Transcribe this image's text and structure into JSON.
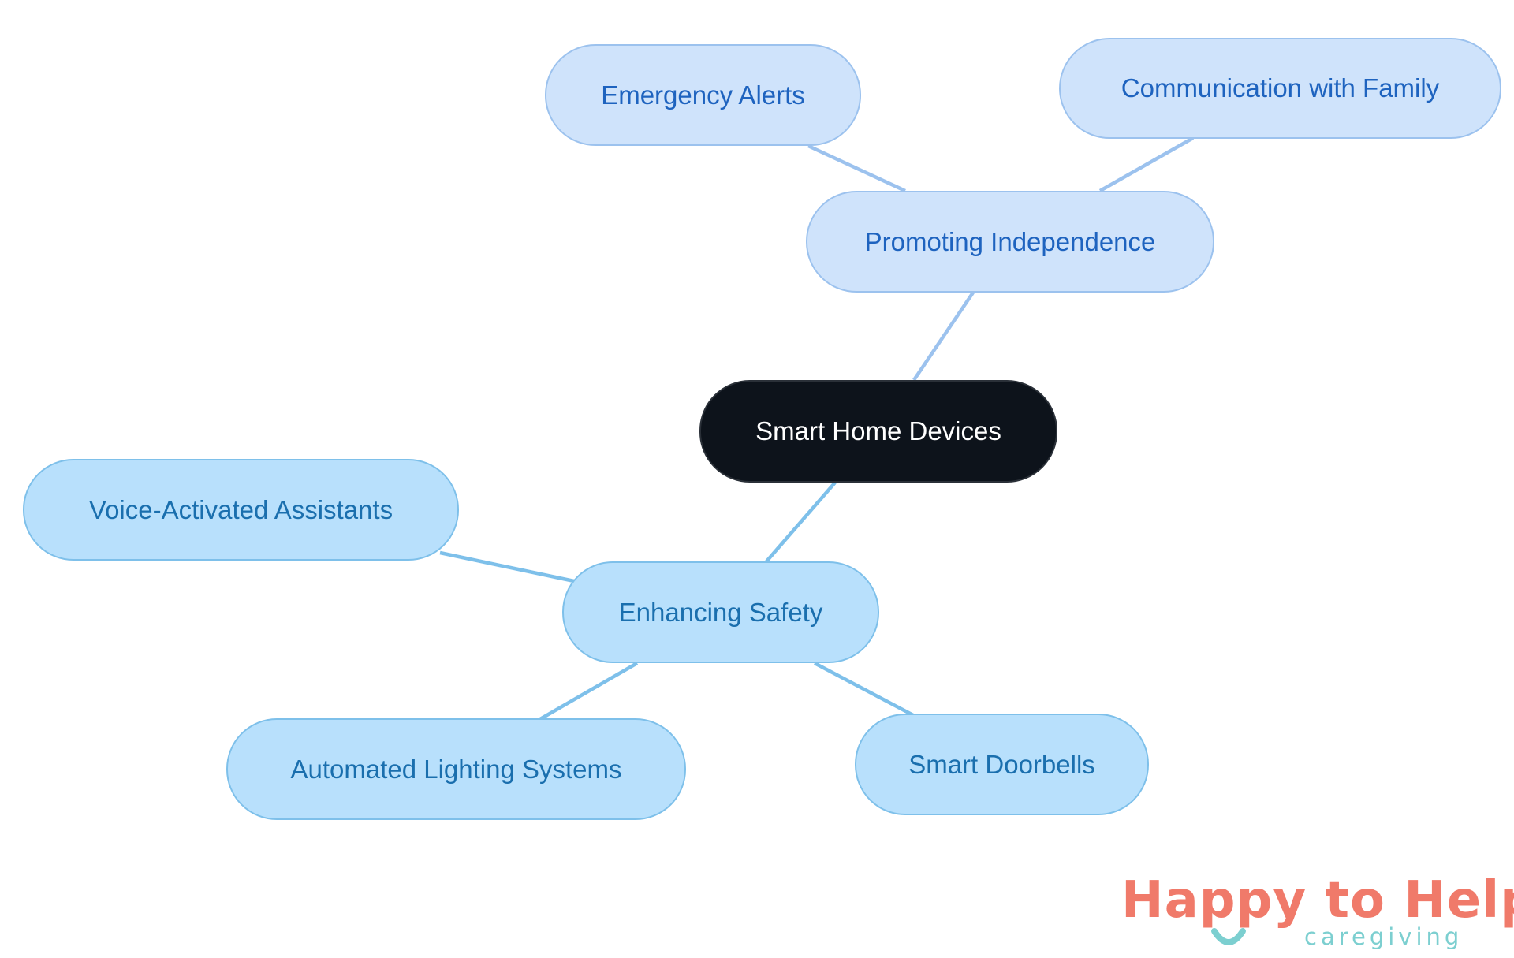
{
  "diagram": {
    "nodes": {
      "center": "Smart Home Devices",
      "promoting_independence": "Promoting Independence",
      "emergency_alerts": "Emergency Alerts",
      "communication_family": "Communication with Family",
      "enhancing_safety": "Enhancing Safety",
      "voice_assistants": "Voice-Activated Assistants",
      "lighting_systems": "Automated Lighting Systems",
      "smart_doorbells": "Smart Doorbells"
    },
    "colors": {
      "center_fill": "#0d131b",
      "safety_fill": "#b8e0fc",
      "safety_text": "#1a6fae",
      "independence_fill": "#cfe3fb",
      "independence_text": "#1e63bf",
      "safety_connector": "#7ec0ea",
      "independence_connector": "#9cc2ee"
    }
  },
  "logo": {
    "title": "Happy to Help",
    "subtitle": "caregiving",
    "title_color": "#f07a6a",
    "accent_color": "#7ccfd0"
  }
}
